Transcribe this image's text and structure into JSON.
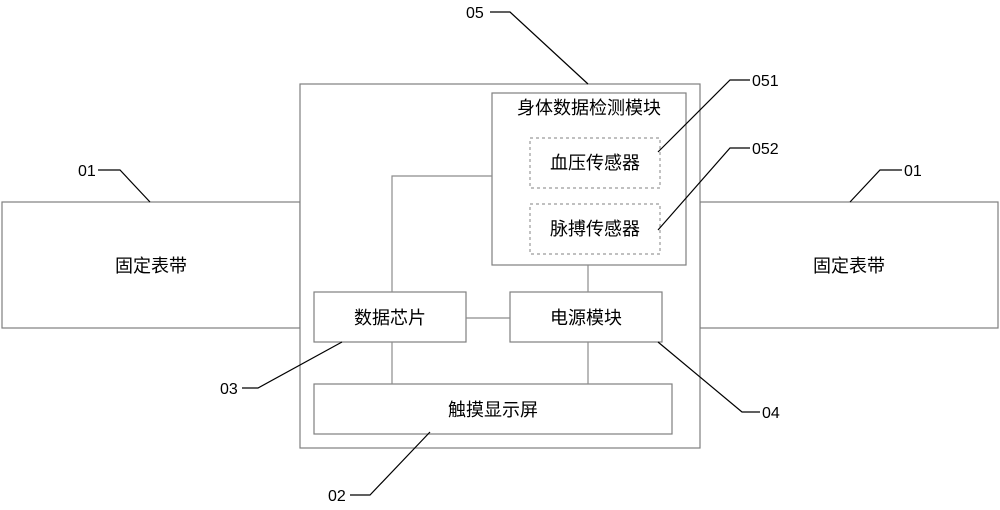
{
  "modules": {
    "strap_left": "固定表带",
    "strap_right": "固定表带",
    "body_detection": "身体数据检测模块",
    "bp_sensor": "血压传感器",
    "pulse_sensor": "脉搏传感器",
    "data_chip": "数据芯片",
    "power": "电源模块",
    "touch_screen": "触摸显示屏"
  },
  "refs": {
    "strap_left": "01",
    "strap_right": "01",
    "touch_screen": "02",
    "data_chip": "03",
    "power": "04",
    "body_detection": "05",
    "bp_sensor": "051",
    "pulse_sensor": "052"
  }
}
